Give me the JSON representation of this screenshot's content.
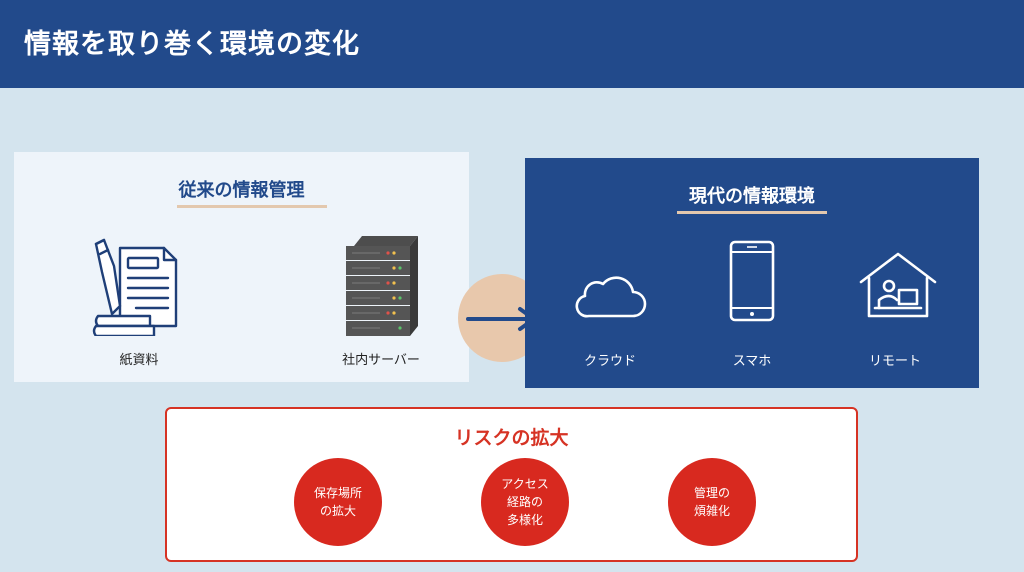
{
  "header": {
    "title": "情報を取り巻く環境の変化"
  },
  "traditional": {
    "title": "従来の情報管理",
    "items": [
      {
        "label": "紙資料",
        "icon": "paper-documents-icon"
      },
      {
        "label": "社内サーバー",
        "icon": "server-rack-icon"
      }
    ]
  },
  "transition": {
    "icon": "arrow-right-icon"
  },
  "modern": {
    "title": "現代の情報環境",
    "items": [
      {
        "label": "クラウド",
        "icon": "cloud-icon"
      },
      {
        "label": "スマホ",
        "icon": "smartphone-icon"
      },
      {
        "label": "リモート",
        "icon": "remote-work-icon"
      }
    ]
  },
  "risk": {
    "title": "リスクの拡大",
    "items": [
      {
        "label": "保存場所\nの拡大"
      },
      {
        "label": "アクセス\n経路の\n多様化"
      },
      {
        "label": "管理の\n煩雑化"
      }
    ]
  },
  "colors": {
    "navy": "#224a8b",
    "background": "#d4e4ee",
    "accent_beige": "#e8c8ac",
    "risk_red": "#d8291f"
  }
}
